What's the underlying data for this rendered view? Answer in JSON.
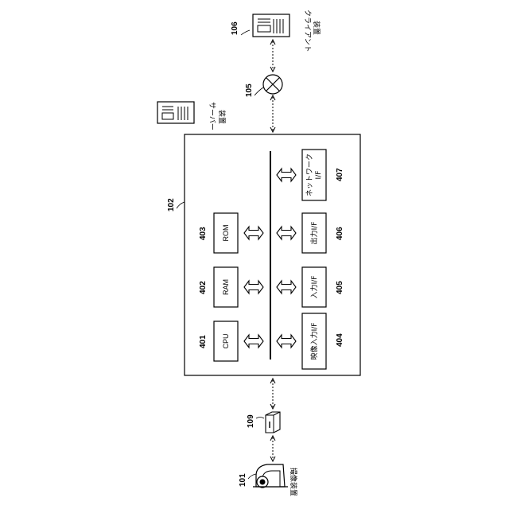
{
  "refs": {
    "client": "106",
    "network": "105",
    "system": "102",
    "connector": "109",
    "camera": "101",
    "cpu": "401",
    "ram": "402",
    "rom": "403",
    "video_in": "404",
    "input": "405",
    "output": "406",
    "network_if": "407"
  },
  "labels": {
    "client_line1": "クライアント",
    "client_line2": "装置",
    "server_line1": "サーバー",
    "server_line2": "装置",
    "camera": "撮像装置"
  },
  "boxes": {
    "cpu": "CPU",
    "ram": "RAM",
    "rom": "ROM",
    "video_in": "映像入力I/F",
    "input": "入力I/F",
    "output": "出力I/F",
    "network_line1": "ネットワーク",
    "network_line2": "I/F"
  }
}
